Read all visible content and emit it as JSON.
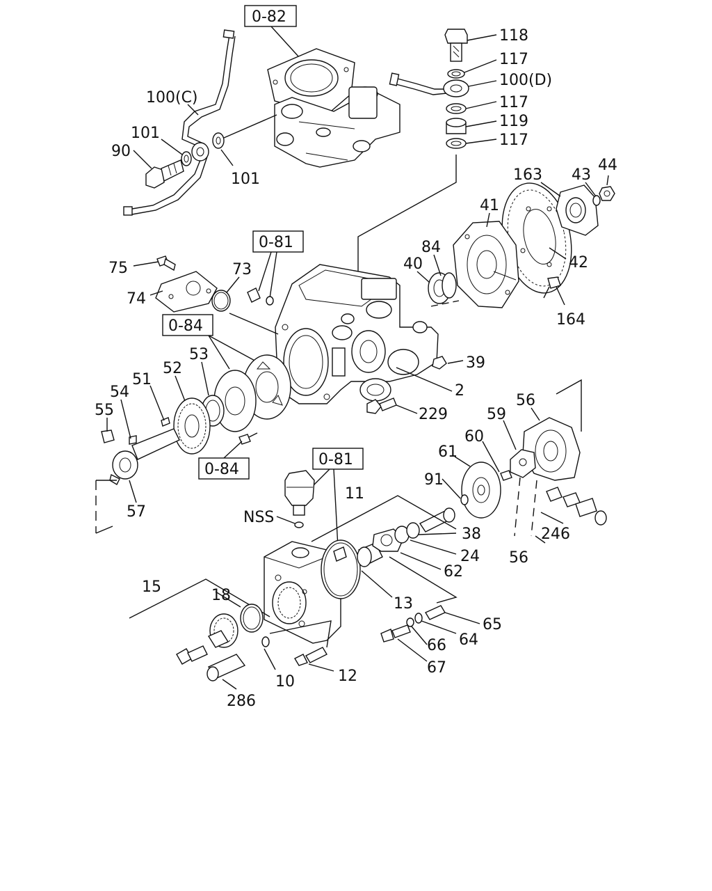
{
  "diagram": {
    "refs": [
      {
        "id": "r-082",
        "text": "0-82"
      },
      {
        "id": "r-081a",
        "text": "0-81"
      },
      {
        "id": "r-084a",
        "text": "0-84"
      },
      {
        "id": "r-084b",
        "text": "0-84"
      },
      {
        "id": "r-081b",
        "text": "0-81"
      }
    ],
    "labels": [
      {
        "id": "l118",
        "text": "118"
      },
      {
        "id": "l117a",
        "text": "117"
      },
      {
        "id": "l100d",
        "text": "100(D)"
      },
      {
        "id": "l117b",
        "text": "117"
      },
      {
        "id": "l119",
        "text": "119"
      },
      {
        "id": "l117c",
        "text": "117"
      },
      {
        "id": "l100c",
        "text": "100(C)"
      },
      {
        "id": "l101a",
        "text": "101"
      },
      {
        "id": "l90",
        "text": "90"
      },
      {
        "id": "l101b",
        "text": "101"
      },
      {
        "id": "l163",
        "text": "163"
      },
      {
        "id": "l43",
        "text": "43"
      },
      {
        "id": "l44",
        "text": "44"
      },
      {
        "id": "l41",
        "text": "41"
      },
      {
        "id": "l42",
        "text": "42"
      },
      {
        "id": "l84",
        "text": "84"
      },
      {
        "id": "l40",
        "text": "40"
      },
      {
        "id": "l164",
        "text": "164"
      },
      {
        "id": "l75",
        "text": "75"
      },
      {
        "id": "l73",
        "text": "73"
      },
      {
        "id": "l74",
        "text": "74"
      },
      {
        "id": "l39",
        "text": "39"
      },
      {
        "id": "l2",
        "text": "2"
      },
      {
        "id": "l229",
        "text": "229"
      },
      {
        "id": "l53",
        "text": "53"
      },
      {
        "id": "l52",
        "text": "52"
      },
      {
        "id": "l51",
        "text": "51"
      },
      {
        "id": "l54",
        "text": "54"
      },
      {
        "id": "l55",
        "text": "55"
      },
      {
        "id": "l57",
        "text": "57"
      },
      {
        "id": "l56a",
        "text": "56"
      },
      {
        "id": "l59",
        "text": "59"
      },
      {
        "id": "l60",
        "text": "60"
      },
      {
        "id": "l61",
        "text": "61"
      },
      {
        "id": "l91",
        "text": "91"
      },
      {
        "id": "l11",
        "text": "11"
      },
      {
        "id": "lnss",
        "text": "NSS"
      },
      {
        "id": "l38",
        "text": "38"
      },
      {
        "id": "l24",
        "text": "24"
      },
      {
        "id": "l62",
        "text": "62"
      },
      {
        "id": "l246",
        "text": "246"
      },
      {
        "id": "l56b",
        "text": "56"
      },
      {
        "id": "l13",
        "text": "13"
      },
      {
        "id": "l15",
        "text": "15"
      },
      {
        "id": "l18",
        "text": "18"
      },
      {
        "id": "l65",
        "text": "65"
      },
      {
        "id": "l64",
        "text": "64"
      },
      {
        "id": "l66",
        "text": "66"
      },
      {
        "id": "l67",
        "text": "67"
      },
      {
        "id": "l10",
        "text": "10"
      },
      {
        "id": "l12",
        "text": "12"
      },
      {
        "id": "l286",
        "text": "286"
      }
    ]
  }
}
